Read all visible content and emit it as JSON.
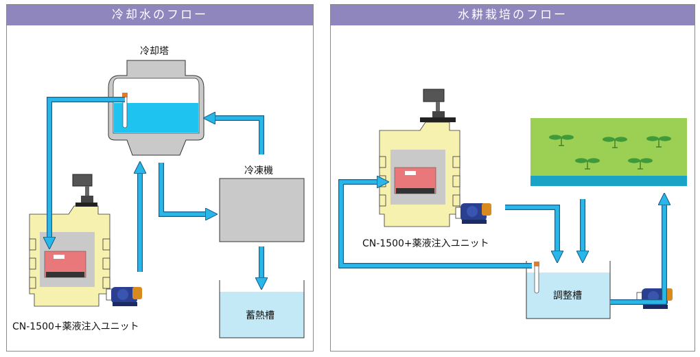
{
  "left_panel": {
    "title": "冷却水のフロー",
    "cooling_tower_label": "冷却塔",
    "chiller_label": "冷凍機",
    "storage_tank_label": "蓄熱槽",
    "unit_label": "CN-1500+薬液注入ユニット"
  },
  "right_panel": {
    "title": "水耕栽培のフロー",
    "adjustment_tank_label": "調整槽",
    "unit_label": "CN-1500+薬液注入ユニット"
  },
  "colors": {
    "header": "#8e86bd",
    "flow_pipe": "#29b6e8",
    "water": "#1ec3f0",
    "tank_water": "#c4e9f6",
    "equipment_gray": "#c9c9c9",
    "unit_yellow": "#f7f1b0",
    "controller_red": "#e9787a",
    "pump_blue": "#2a3f8f",
    "field_green": "#9bd055",
    "channel_cyan": "#1aa3c4"
  },
  "icons": {
    "pump": "metering-pump-icon",
    "sensor": "sensor-probe-icon",
    "monitor": "display-monitor-icon",
    "plant": "seedling-icon"
  }
}
